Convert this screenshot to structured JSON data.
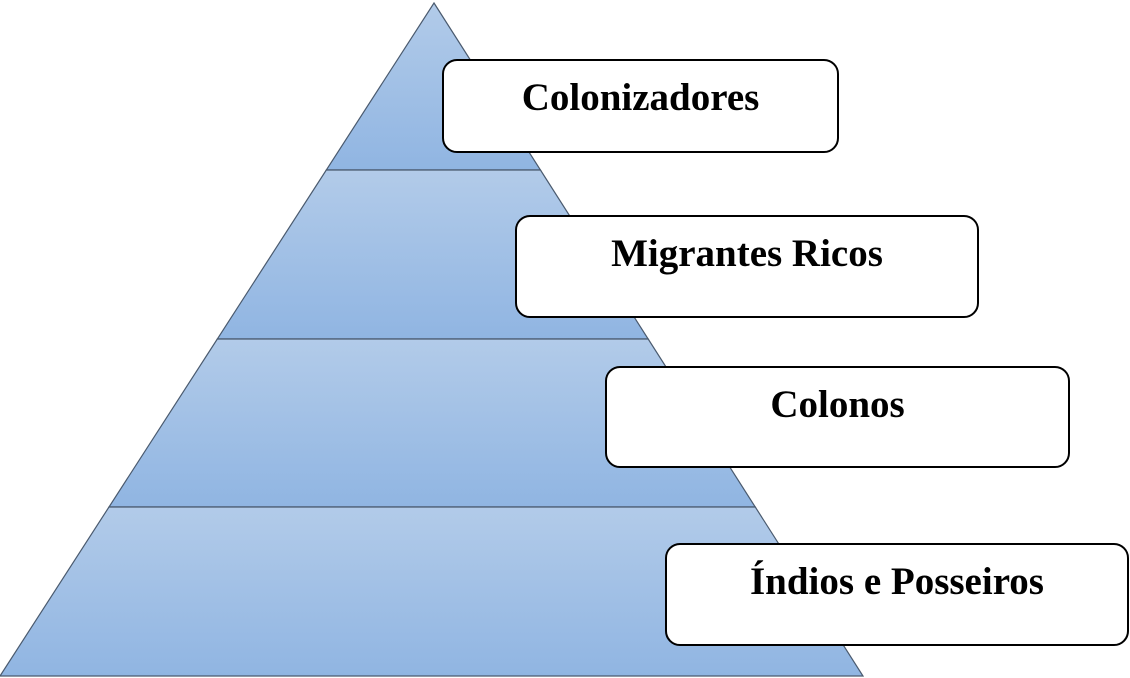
{
  "diagram": {
    "type": "pyramid",
    "levels": [
      {
        "label": "Colonizadores"
      },
      {
        "label": "Migrantes Ricos"
      },
      {
        "label": "Colonos"
      },
      {
        "label": "Índios e Posseiros"
      }
    ],
    "colors": {
      "fill_top": "#b2cbe9",
      "fill_bottom": "#90b5e2",
      "outline": "#4a5a6e",
      "box_border": "#000000"
    }
  }
}
